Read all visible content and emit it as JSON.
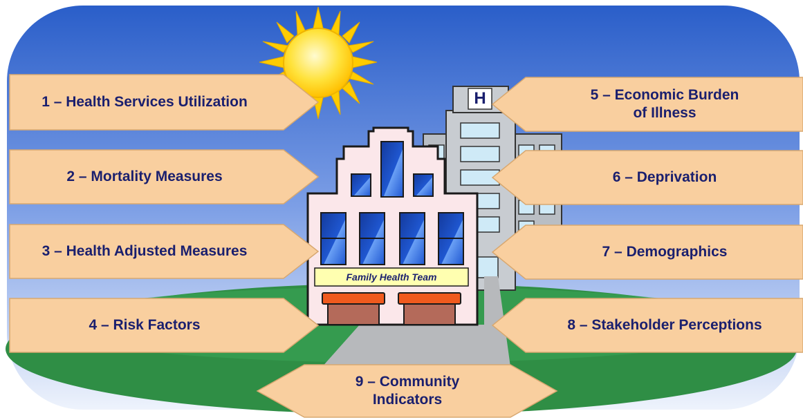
{
  "diagram": {
    "building_sign": "Family Health Team",
    "hospital_sign": "H",
    "indicators": [
      {
        "id": "health-services-utilization",
        "label": "1 – Health Services Utilization"
      },
      {
        "id": "mortality-measures",
        "label": "2 – Mortality Measures"
      },
      {
        "id": "health-adjusted-measures",
        "label": "3 – Health Adjusted Measures"
      },
      {
        "id": "risk-factors",
        "label": "4 – Risk Factors"
      },
      {
        "id": "economic-burden-of-illness",
        "label": "5 – Economic Burden\nof Illness"
      },
      {
        "id": "deprivation",
        "label": "6 – Deprivation"
      },
      {
        "id": "demographics",
        "label": "7 – Demographics"
      },
      {
        "id": "stakeholder-perceptions",
        "label": "8 – Stakeholder Perceptions"
      },
      {
        "id": "community-indicators",
        "label": "9 – Community\nIndicators"
      }
    ]
  },
  "colors": {
    "arrow_fill": "#f9cf9f",
    "arrow_stroke": "#d8a870",
    "label_text": "#1a1f6e",
    "sky_top": "#2f63c9",
    "sky_bottom": "#e7eefb",
    "grass": "#2f8e45",
    "sun": "#ffd600"
  }
}
